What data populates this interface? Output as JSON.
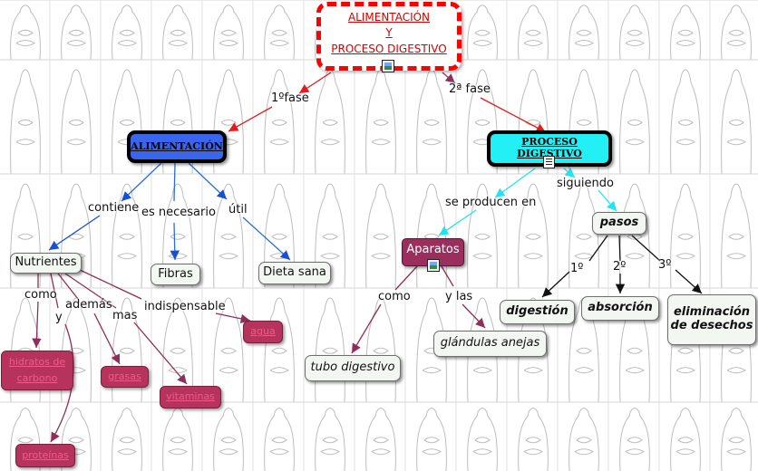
{
  "title": {
    "line1": "ALIMENTACIÓN",
    "line2": "Y",
    "line3": "PROCESO  DIGESTIVO"
  },
  "nodes": {
    "alimentacion": "ALIMENTACIÓN",
    "proceso": "PROCESO DIGESTIVO",
    "nutrientes": "Nutrientes",
    "fibras": "Fibras",
    "dieta": "Dieta sana",
    "aparatos": "Aparatos",
    "pasos": "pasos",
    "digestion": "digestión",
    "absorcion": "absorción",
    "eliminacion": "eliminación de desechos",
    "tubo": "tubo digestivo",
    "glandulas": "glándulas anejas",
    "hidratos": "hidratos de carbono",
    "agua": "agua",
    "grasas": "grasas",
    "vitaminas": "vitaminas",
    "proteinas": "proteínas"
  },
  "labels": {
    "fase1": "1ºfase",
    "fase2": "2ª fase",
    "contiene": "contiene",
    "es_necesario": "es necesario",
    "util": "útil",
    "se_producen_en": "se producen en",
    "siguiendo": "siguiendo",
    "como1": "como",
    "y1": "y",
    "ademas": "además",
    "mas": "mas",
    "indispensable": "indispensable",
    "como2": "como",
    "y_las": "y las",
    "p1": "1º",
    "p2": "2º",
    "p3": "3º"
  },
  "icons": {
    "title_icon": "image-icon",
    "proceso_icon": "document-icon",
    "aparatos_icon": "image-icon"
  },
  "colors": {
    "title_border": "#ff0000",
    "alimentacion_fill": "#3a66ee",
    "proceso_fill": "#22f0f4",
    "aparatos_fill": "#9a2f5e",
    "pink_fill": "#b6335d",
    "edge_red": "#e31b1b",
    "edge_blue": "#2a6fe0",
    "edge_cyan": "#22e4ee",
    "edge_maroon": "#9a3562",
    "edge_black": "#111111"
  }
}
